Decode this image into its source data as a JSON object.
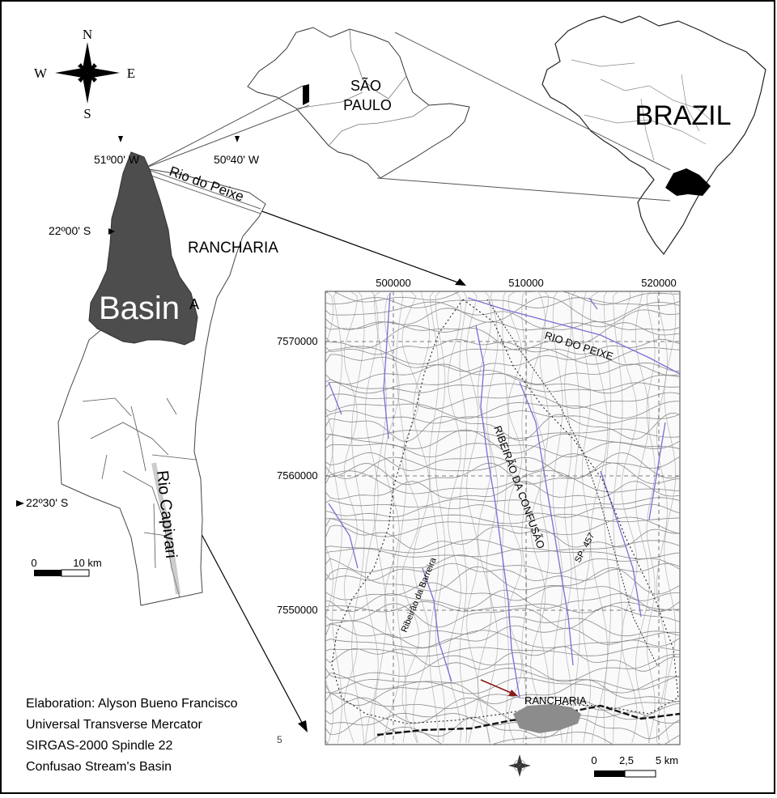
{
  "compass": {
    "n": "N",
    "s": "S",
    "e": "E",
    "w": "W"
  },
  "regions": {
    "state": "SÃO\nPAULO",
    "state_line1": "SÃO",
    "state_line2": "PAULO",
    "country": "BRAZIL"
  },
  "coords": {
    "lon1": "51º00' W",
    "lon2": "50º40' W",
    "lat1": "22º00' S",
    "lat2": "22º30' S"
  },
  "labels": {
    "rio_do_peixe": "Rio do Peixe",
    "rancharia_municipality": "RANCHARIA",
    "basin": "Basin",
    "basin_suffix": "A",
    "rio_capivari": "Rio Capivari"
  },
  "scale_left": {
    "zero": "0",
    "end": "10 km"
  },
  "inset": {
    "x_ticks": [
      "500000",
      "510000",
      "520000"
    ],
    "y_ticks": [
      "7570000",
      "7560000",
      "7550000"
    ],
    "rio_do_peixe": "RIO DO PEIXE",
    "ribeirao_confusao": "RIBEIRÃO DA CONFUSÃO",
    "ribeirao_barreira": "Ribeirão da Barreira",
    "road": "SP- 457",
    "town": "RANCHARIA",
    "stray_glyph": "5"
  },
  "scale_right": {
    "zero": "0",
    "mid": "2,5",
    "end": "5 km"
  },
  "credits": [
    "Elaboration: Alyson Bueno Francisco",
    "Universal Transverse Mercator",
    "SIRGAS-2000 Spindle 22",
    "Confusao Stream's Basin"
  ],
  "colors": {
    "basin_fill": "#4d4d4d",
    "river": "#7b6fd6",
    "contour": "#8a8a8a",
    "town": "#8c8c8c",
    "arrow": "#8b1a1a"
  }
}
